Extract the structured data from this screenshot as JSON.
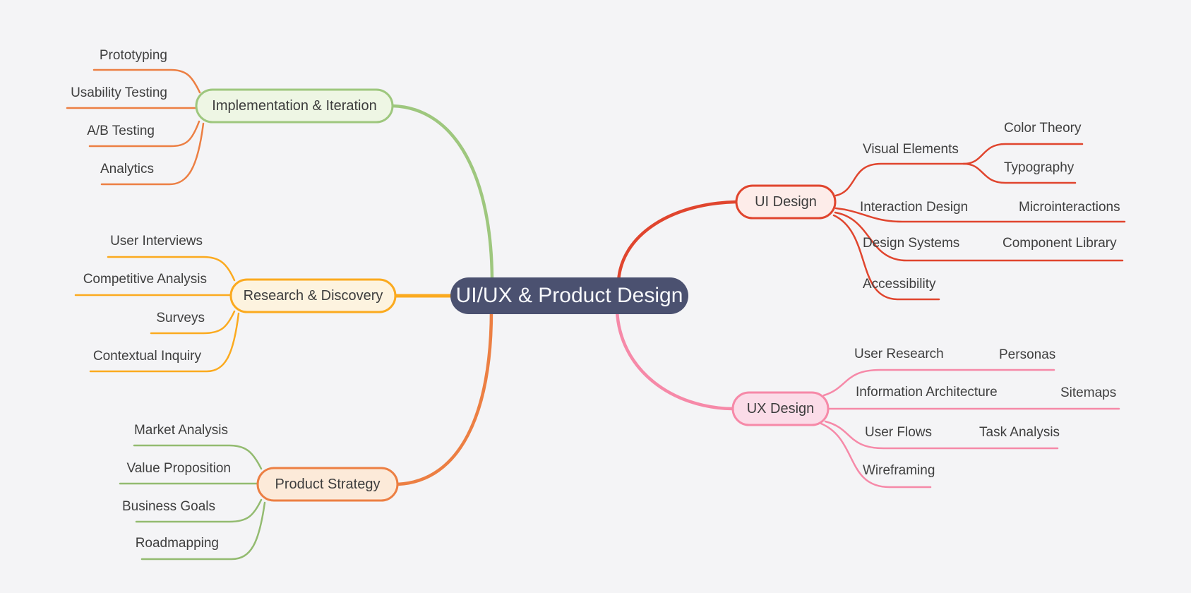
{
  "canvas": {
    "background": "#f4f4f6",
    "label_text_color": "#3f3f3f"
  },
  "root": {
    "label": "UI/UX & Product Design",
    "fill": "#4b5170",
    "text_color": "#f7f8fb"
  },
  "branches": [
    {
      "id": "ui-design",
      "label": "UI Design",
      "color": "#e0452e",
      "child_line_color": "#e0452e",
      "fill": "#fdece9",
      "children": [
        {
          "label": "Visual Elements",
          "children": [
            {
              "label": "Color Theory"
            },
            {
              "label": "Typography"
            }
          ]
        },
        {
          "label": "Interaction Design",
          "children": [
            {
              "label": "Microinteractions"
            }
          ]
        },
        {
          "label": "Design Systems",
          "children": [
            {
              "label": "Component Library"
            }
          ]
        },
        {
          "label": "Accessibility"
        }
      ]
    },
    {
      "id": "ux-design",
      "label": "UX Design",
      "color": "#f689a8",
      "child_line_color": "#f689a8",
      "fill": "#fbdce8",
      "children": [
        {
          "label": "User Research",
          "children": [
            {
              "label": "Personas"
            }
          ]
        },
        {
          "label": "Information Architecture",
          "children": [
            {
              "label": "Sitemaps"
            }
          ]
        },
        {
          "label": "User Flows",
          "children": [
            {
              "label": "Task Analysis"
            }
          ]
        },
        {
          "label": "Wireframing"
        }
      ]
    },
    {
      "id": "implementation-iteration",
      "label": "Implementation & Iteration",
      "color": "#9ec77e",
      "child_line_color": "#ec7f43",
      "fill": "#eef6e4",
      "children": [
        {
          "label": "Prototyping"
        },
        {
          "label": "Usability Testing"
        },
        {
          "label": "A/B Testing"
        },
        {
          "label": "Analytics"
        }
      ]
    },
    {
      "id": "research-discovery",
      "label": "Research & Discovery",
      "color": "#fbaa1f",
      "child_line_color": "#fbaa1f",
      "fill": "#fdf3df",
      "children": [
        {
          "label": "User Interviews"
        },
        {
          "label": "Competitive Analysis"
        },
        {
          "label": "Surveys"
        },
        {
          "label": "Contextual Inquiry"
        }
      ]
    },
    {
      "id": "product-strategy",
      "label": "Product Strategy",
      "color": "#ec7f43",
      "child_line_color": "#93bb70",
      "fill": "#fcead9",
      "children": [
        {
          "label": "Market Analysis"
        },
        {
          "label": "Value Proposition"
        },
        {
          "label": "Business Goals"
        },
        {
          "label": "Roadmapping"
        }
      ]
    }
  ]
}
